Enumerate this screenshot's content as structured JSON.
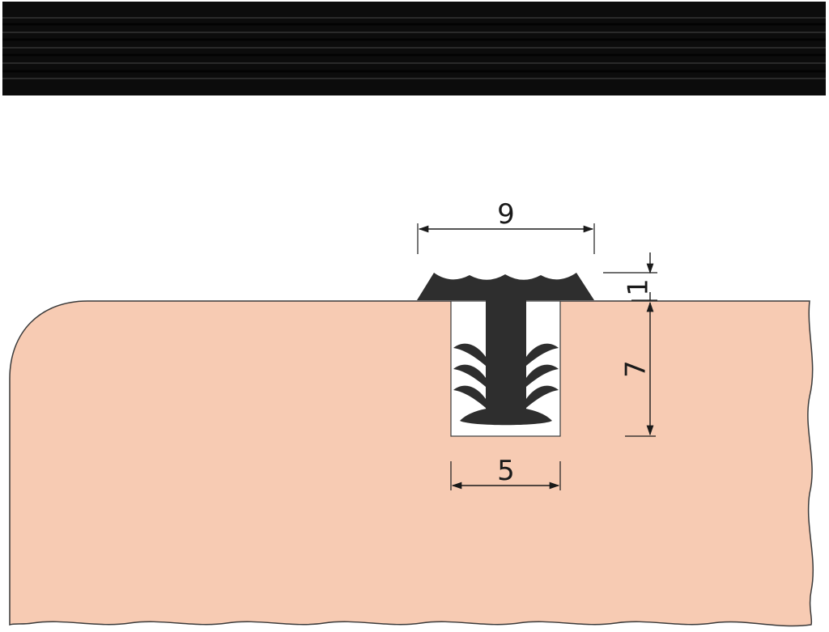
{
  "colors": {
    "strip": "#0c0c0c",
    "strip_groove": "#262626",
    "board": "#f7cbb3",
    "board_outline": "#3a3a3a",
    "profile": "#2e2e2e",
    "groove_fill": "#ffffff",
    "dimension": "#1a1a1a"
  },
  "dimensions": {
    "top_width": "9",
    "lip_height": "1",
    "depth": "7",
    "groove_width": "5"
  }
}
